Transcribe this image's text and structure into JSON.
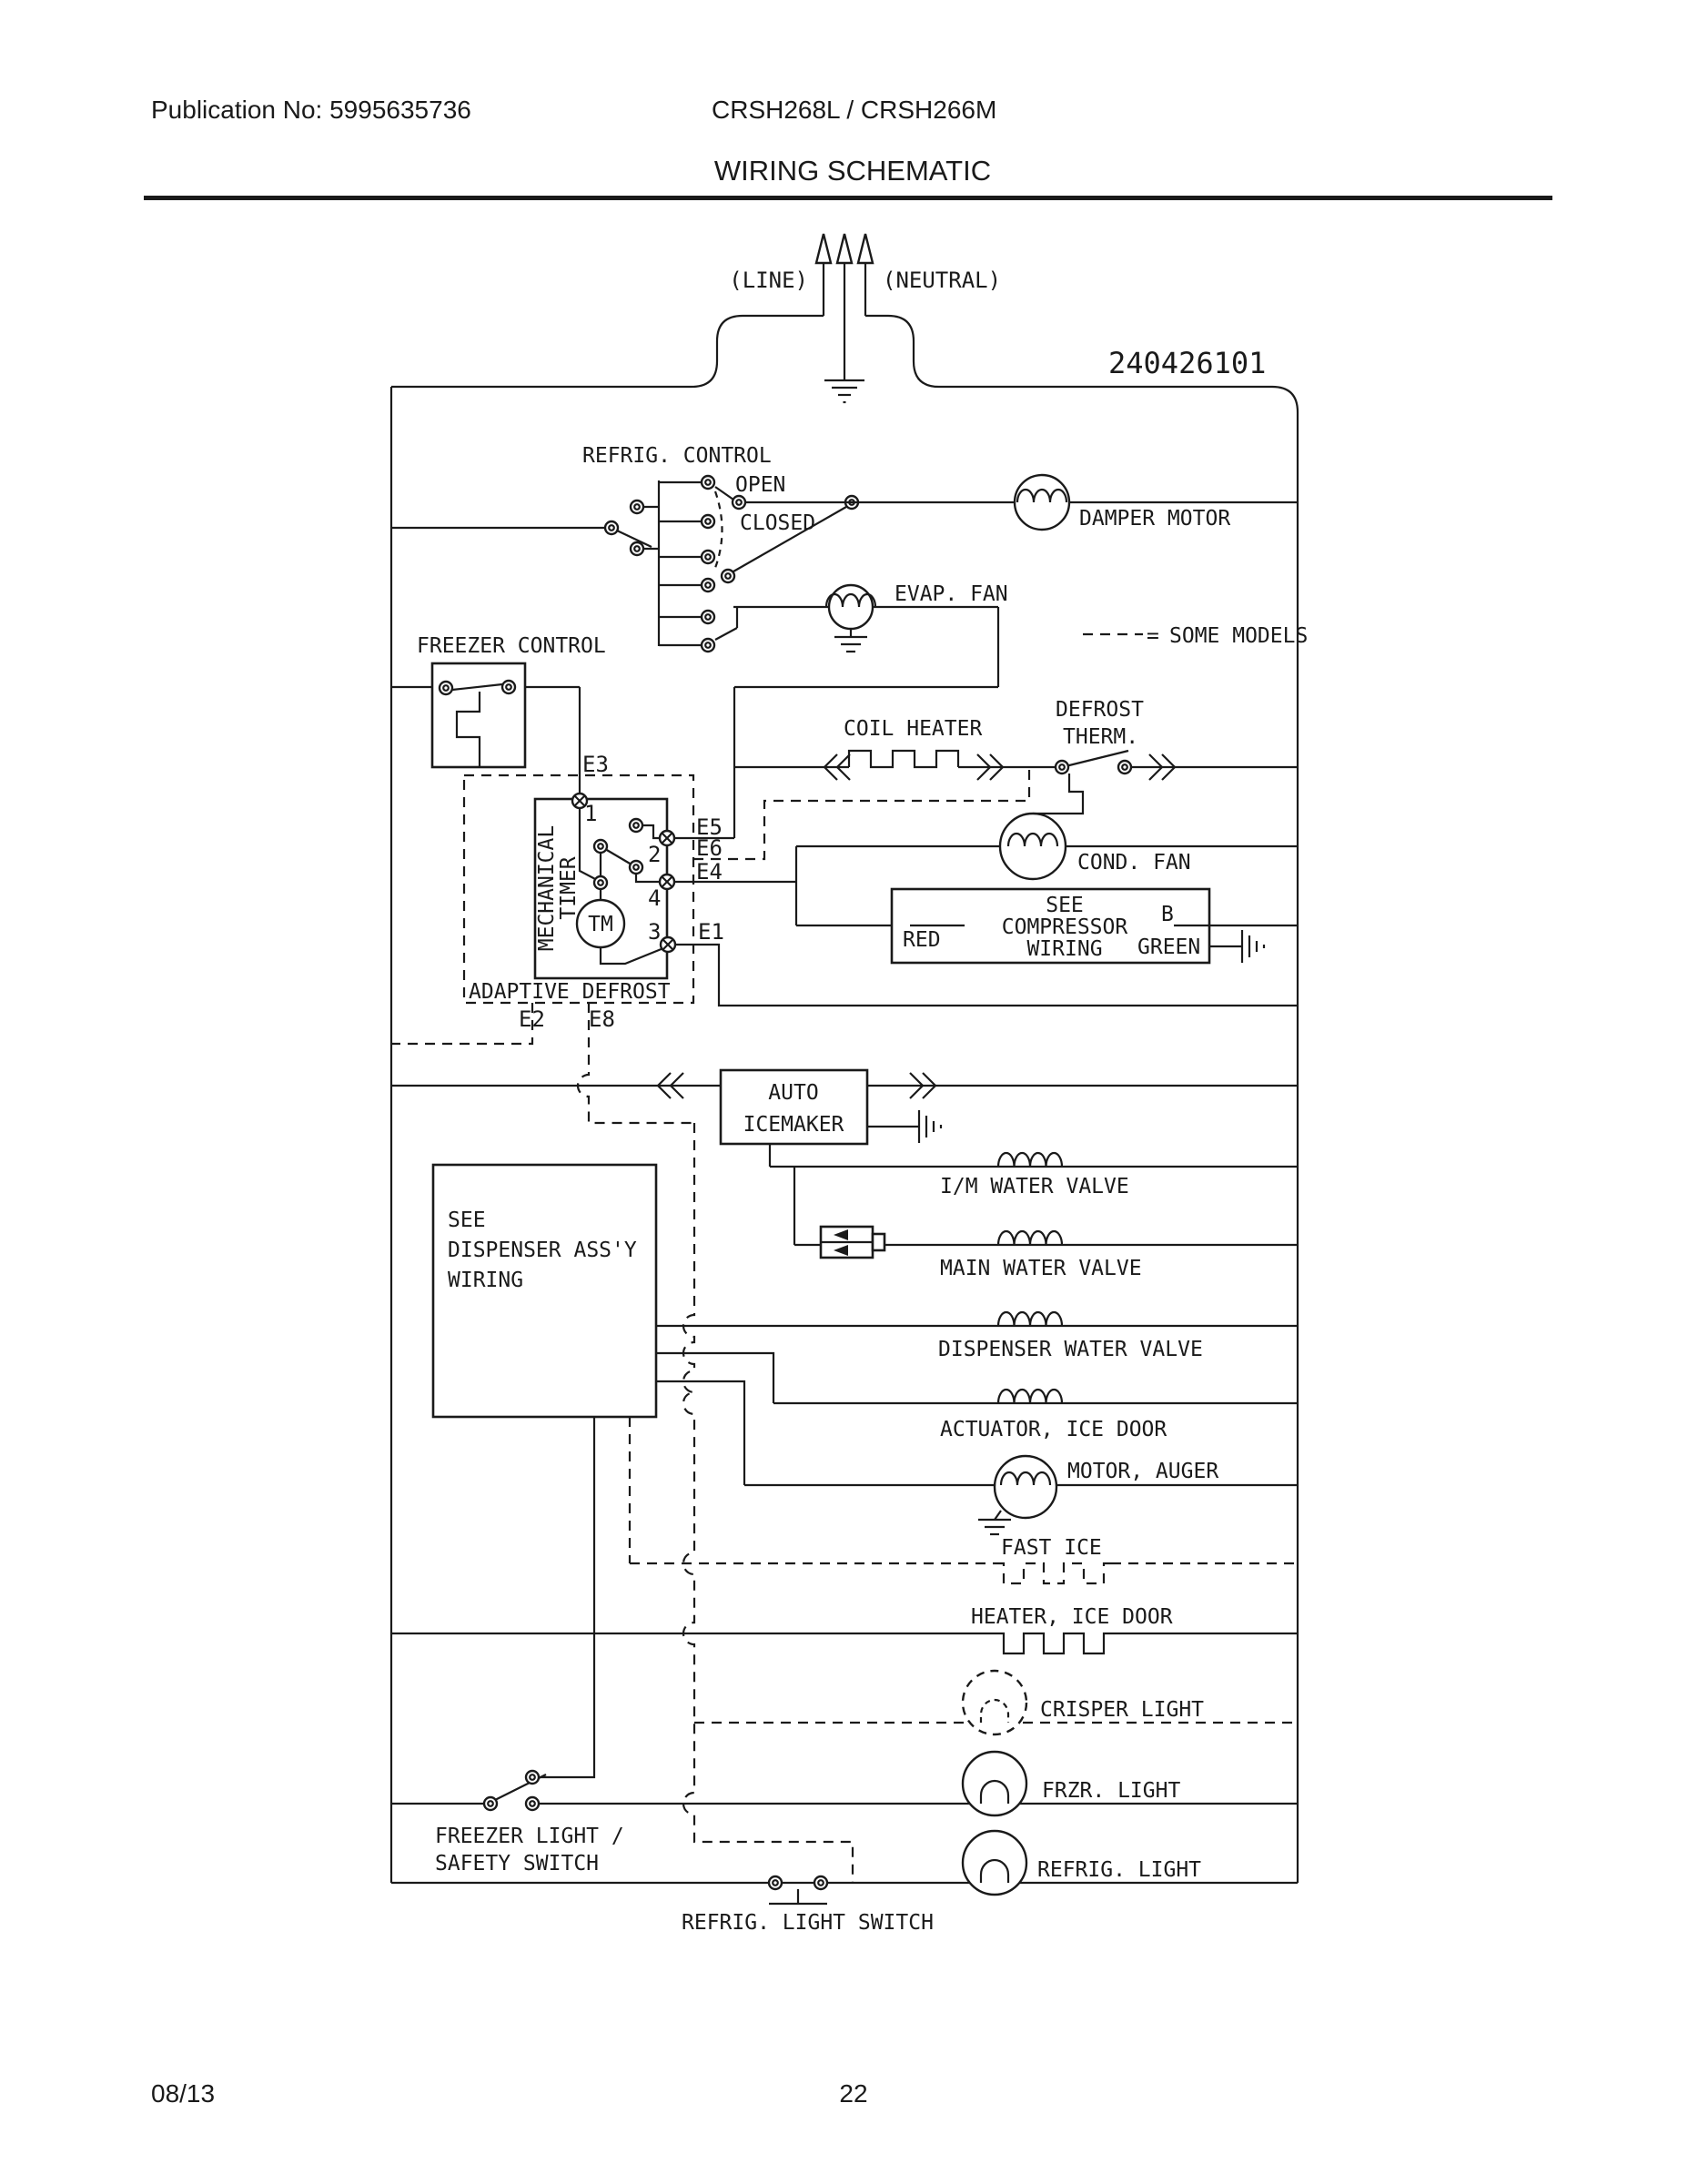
{
  "header": {
    "publication_no": "Publication No: 5995635736",
    "model": "CRSH268L / CRSH266M",
    "title": "WIRING SCHEMATIC"
  },
  "footer": {
    "date": "08/13",
    "page": "22"
  },
  "schematic": {
    "part_number": "240426101",
    "supply": {
      "line": "(LINE)",
      "neutral": "(NEUTRAL)"
    },
    "legend": {
      "equals": "=",
      "some_models": "SOME MODELS"
    },
    "components": {
      "refrig_control": "REFRIG. CONTROL",
      "open": "OPEN",
      "closed": "CLOSED",
      "damper_motor": "DAMPER MOTOR",
      "evap_fan": "EVAP. FAN",
      "freezer_control": "FREEZER CONTROL",
      "coil_heater": "COIL HEATER",
      "defrost_therm_line1": "DEFROST",
      "defrost_therm_line2": "THERM.",
      "cond_fan": "COND. FAN",
      "mechanical": "MECHANICAL",
      "timer": "TIMER",
      "tm": "TM",
      "adaptive_defrost": "ADAPTIVE DEFROST",
      "compressor_line1": "SEE",
      "compressor_line2": "COMPRESSOR",
      "compressor_line3": "WIRING",
      "red": "RED",
      "b": "B",
      "green": "GREEN",
      "icemaker_line1": "AUTO",
      "icemaker_line2": "ICEMAKER",
      "im_water_valve": "I/M WATER VALVE",
      "main_water_valve": "MAIN WATER VALVE",
      "dispenser_water_valve": "DISPENSER WATER VALVE",
      "actuator_ice_door": "ACTUATOR, ICE DOOR",
      "motor_auger": "MOTOR, AUGER",
      "fast_ice": "FAST ICE",
      "heater_ice_door": "HEATER, ICE DOOR",
      "crisper_light": "CRISPER LIGHT",
      "frzr_light": "FRZR. LIGHT",
      "refrig_light": "REFRIG. LIGHT",
      "dispenser_line1": "SEE",
      "dispenser_line2": "DISPENSER ASS'Y",
      "dispenser_line3": "WIRING",
      "freezer_light_line1": "FREEZER LIGHT /",
      "freezer_light_line2": "SAFETY SWITCH",
      "refrig_light_switch": "REFRIG. LIGHT SWITCH"
    },
    "terminals": {
      "t1": "1",
      "t2": "2",
      "t3": "3",
      "t4": "4",
      "e1": "E1",
      "e2": "E2",
      "e3": "E3",
      "e4": "E4",
      "e5": "E5",
      "e6": "E6",
      "e8": "E8"
    }
  }
}
